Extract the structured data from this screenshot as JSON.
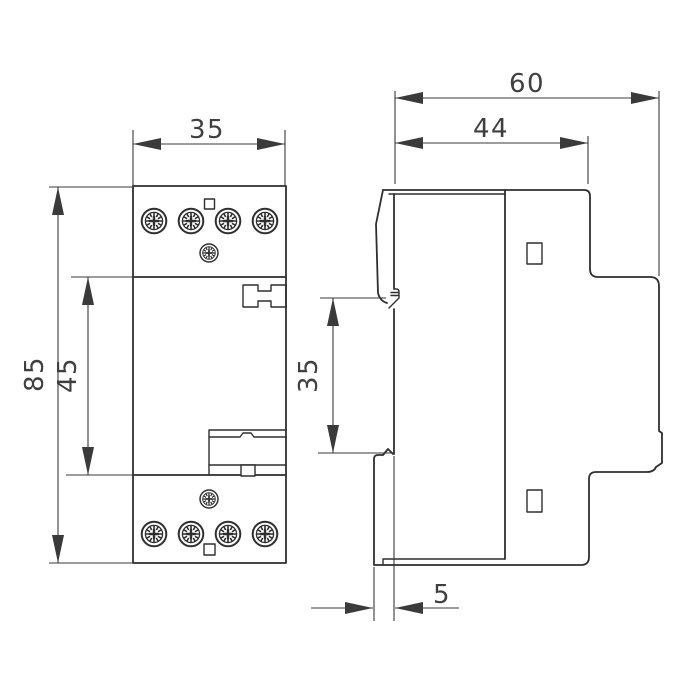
{
  "colors": {
    "line": "#2f2f2f",
    "dimension_line": "#3a3a3a",
    "label": "#3f3f3f",
    "background": "#ffffff"
  },
  "icons": {
    "terminal_screw": "screw-head-icon",
    "small_screw": "small-screw-head-icon"
  },
  "dimensions": {
    "front_width": "35",
    "front_height": "85",
    "front_section_height": "45",
    "total_depth": "60",
    "front_depth": "44",
    "rail_height": "35",
    "clip_offset": "5"
  }
}
